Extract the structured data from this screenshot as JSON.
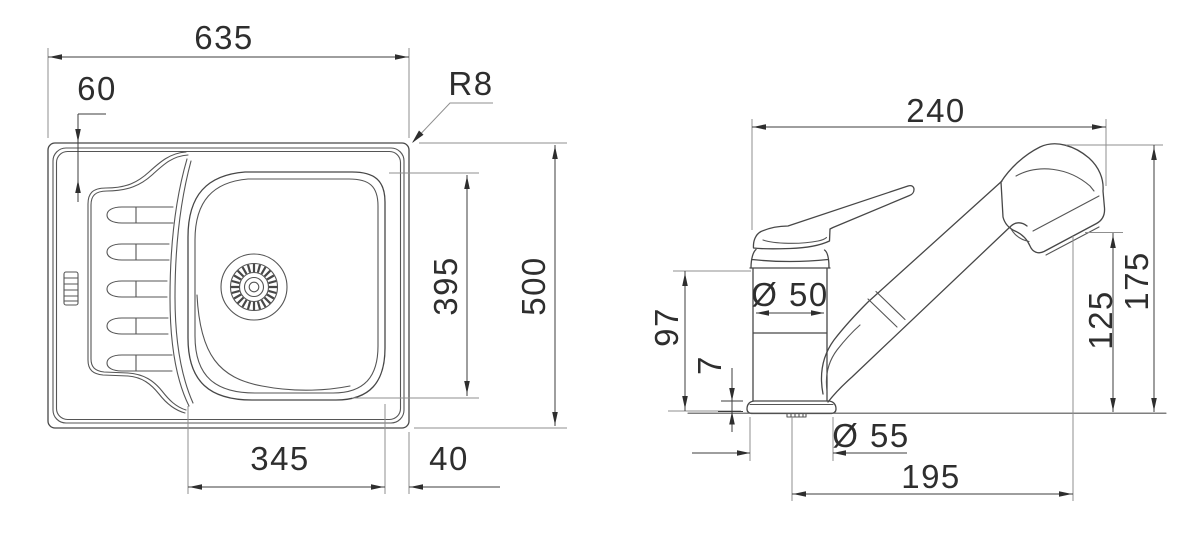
{
  "page": {
    "background": "#ffffff"
  },
  "styles": {
    "outline_color": "#474747",
    "dimension_color": "#3d3d3d",
    "extension_color": "#8f8f8f",
    "text_color": "#2e2e2e"
  },
  "sink_view": {
    "name": "sink-top-view",
    "dims": {
      "overall_width": "635",
      "left_offset": "60",
      "corner_radius": "R8",
      "overall_depth": "500",
      "bowl_depth": "395",
      "bowl_width": "345",
      "right_offset": "40"
    }
  },
  "faucet_view": {
    "name": "faucet-side-view",
    "dims": {
      "spout_reach": "240",
      "body_diameter": "Ø 50",
      "body_height": "97",
      "base_plate_height": "7",
      "outlet_height": "125",
      "total_height": "175",
      "base_diameter": "Ø 55",
      "projection": "195"
    }
  }
}
